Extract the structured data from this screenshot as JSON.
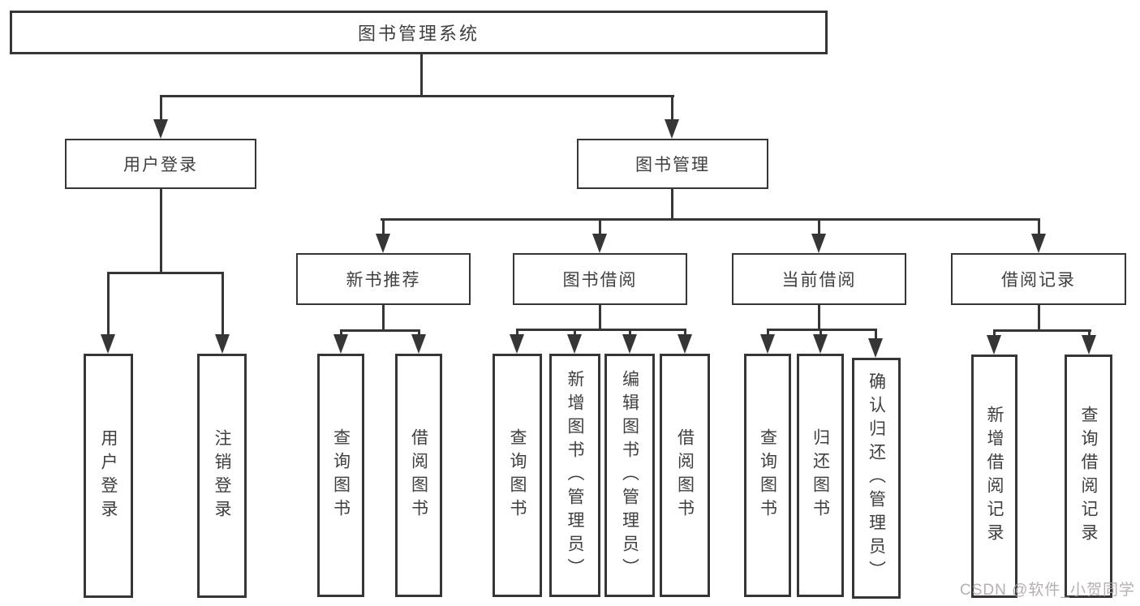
{
  "nodes": {
    "root": "图书管理系统",
    "user_login": "用户登录",
    "book_mgmt": "图书管理",
    "new_books": "新书推荐",
    "book_borrow": "图书借阅",
    "current_borrow": "当前借阅",
    "borrow_records": "借阅记录",
    "login_children": [
      "用户登录",
      "注销登录"
    ],
    "new_books_children": [
      "查询图书",
      "借阅图书"
    ],
    "book_borrow_children": [
      "查询图书",
      "新增图书（管理员）",
      "编辑图书（管理员）",
      "借阅图书"
    ],
    "current_borrow_children": [
      "查询图书",
      "归还图书",
      "确认归还（管理员）"
    ],
    "borrow_records_children": [
      "新增借阅记录",
      "查询借阅记录"
    ]
  },
  "watermark": "CSDN @软件_小贺同学",
  "colors": {
    "line": "#363636",
    "text": "#3f3f3f",
    "watermark": "#aea6a9",
    "background": "#ffffff"
  }
}
